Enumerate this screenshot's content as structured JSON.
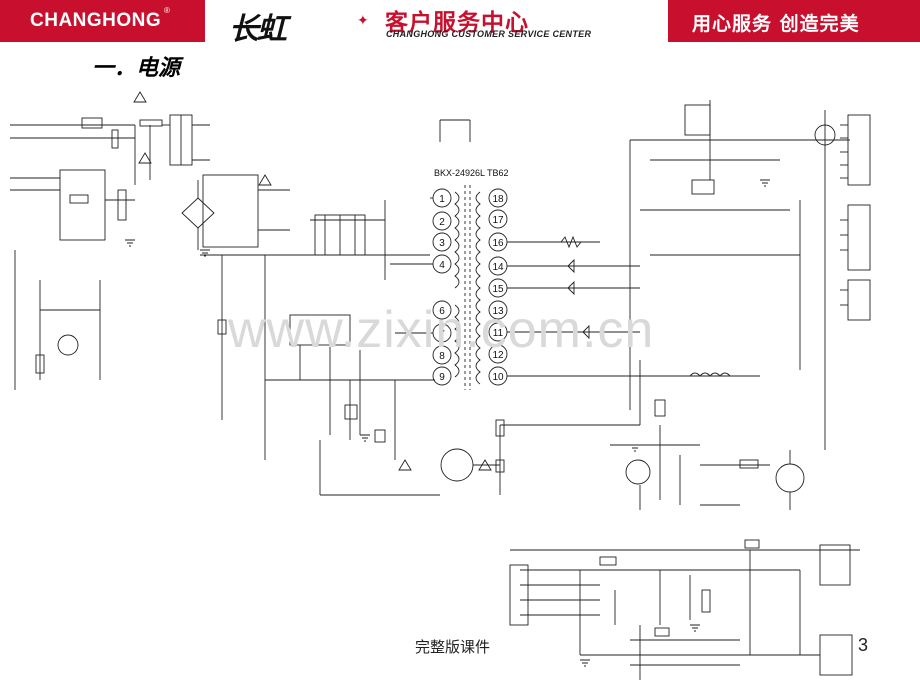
{
  "header": {
    "brand_name": "CHANGHONG",
    "registered_mark": "®",
    "logo_cn": "长虹",
    "service_cn": "客户服务中心",
    "service_en": "CHANGHONG CUSTOMER SERVICE CENTER",
    "slogan": "用心服务 创造完美",
    "colors": {
      "brand_red": "#c8102e",
      "text_dark": "#111111"
    }
  },
  "section_title": "一．电源",
  "schematic": {
    "transformer_label": "BKX-24926L TB62",
    "left_pins": [
      "1",
      "2",
      "3",
      "4",
      "6",
      "7",
      "8",
      "9"
    ],
    "right_pins": [
      "18",
      "17",
      "16",
      "14",
      "15",
      "13",
      "11",
      "12",
      "10"
    ]
  },
  "watermark": "www.zixin.com.cn",
  "footer": {
    "caption": "完整版课件",
    "page_number": "3"
  }
}
